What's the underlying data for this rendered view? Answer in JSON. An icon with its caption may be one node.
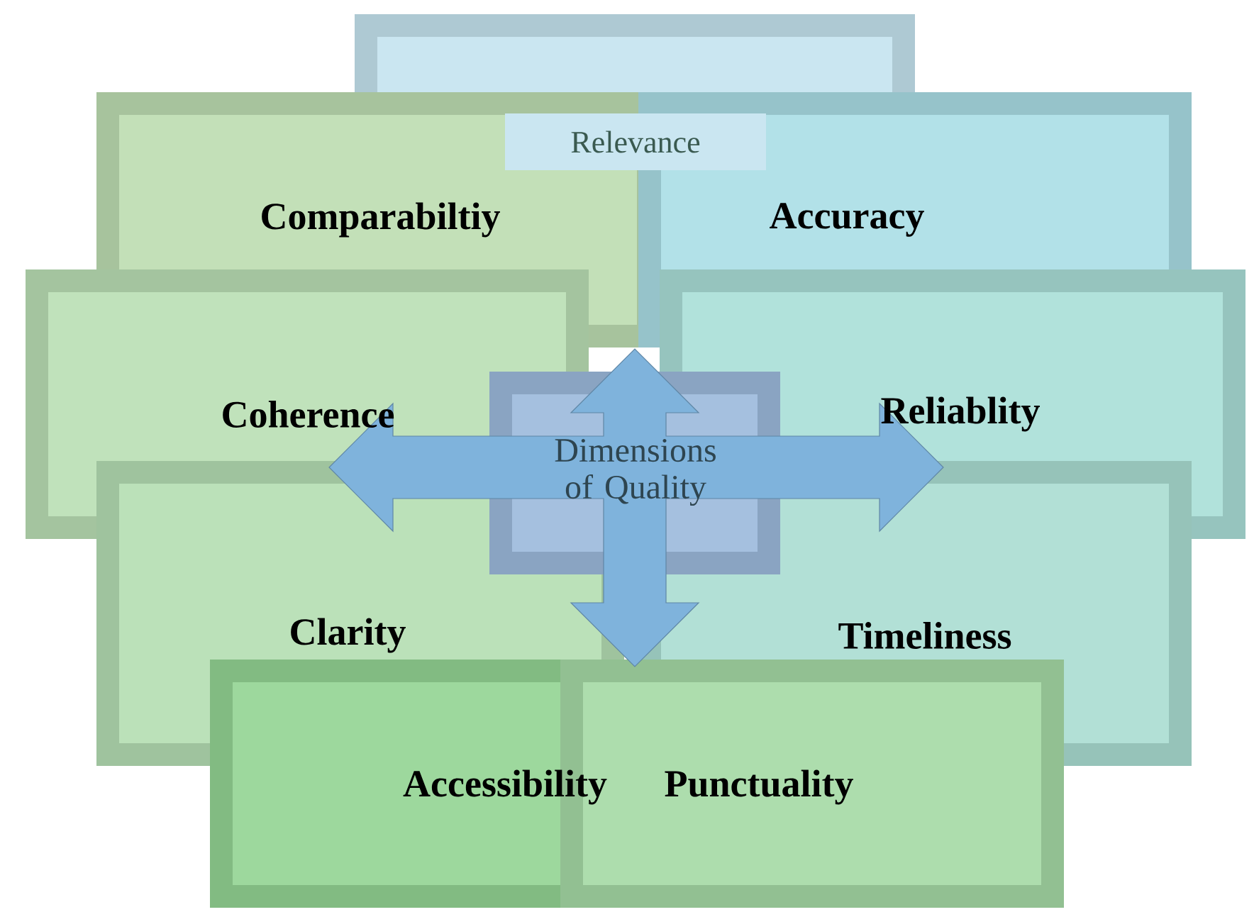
{
  "diagram": {
    "nodes": [
      {
        "text": [
          "Relevance"
        ]
      },
      {
        "text": [
          "Comparabiltiy"
        ]
      },
      {
        "text": [
          "Accuracy"
        ]
      },
      {
        "text": [
          "Coherence"
        ]
      },
      {
        "text": [
          "Dimensions of Quality"
        ]
      },
      {
        "text": [
          "Reliablity"
        ]
      },
      {
        "text": [
          "Clarity"
        ]
      },
      {
        "text": [
          "Timeliness"
        ]
      },
      {
        "text": [
          "Accessibility"
        ]
      },
      {
        "text": [
          "Punctuality"
        ]
      }
    ]
  }
}
